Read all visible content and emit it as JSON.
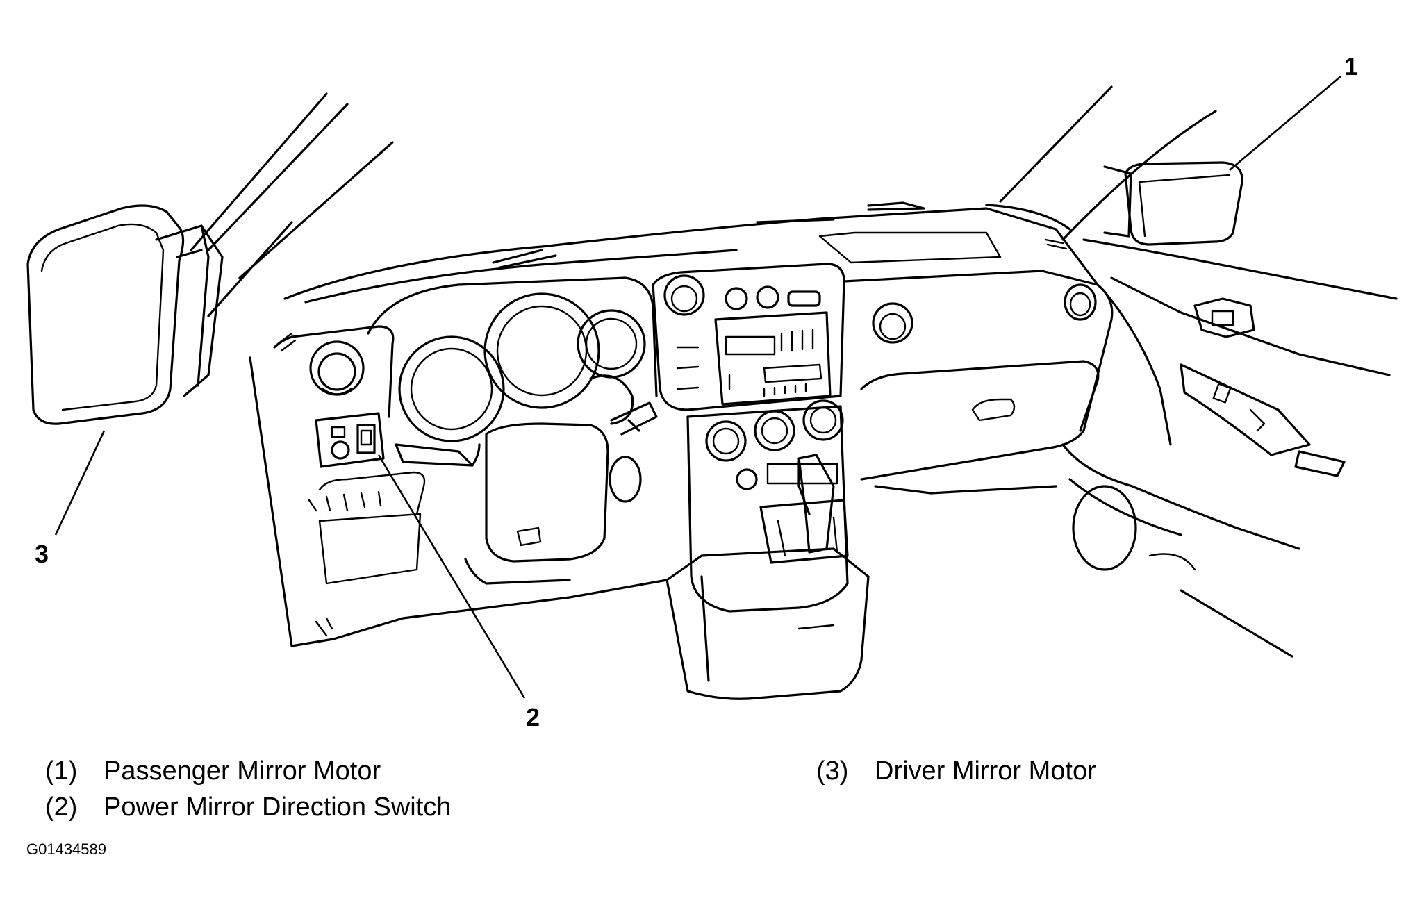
{
  "callouts": {
    "c1": "1",
    "c2": "2",
    "c3": "3"
  },
  "legend": [
    {
      "num": "(1)",
      "label": "Passenger Mirror Motor"
    },
    {
      "num": "(2)",
      "label": "Power Mirror Direction Switch"
    },
    {
      "num": "(3)",
      "label": "Driver Mirror Motor"
    }
  ],
  "figure_code": "G01434589"
}
